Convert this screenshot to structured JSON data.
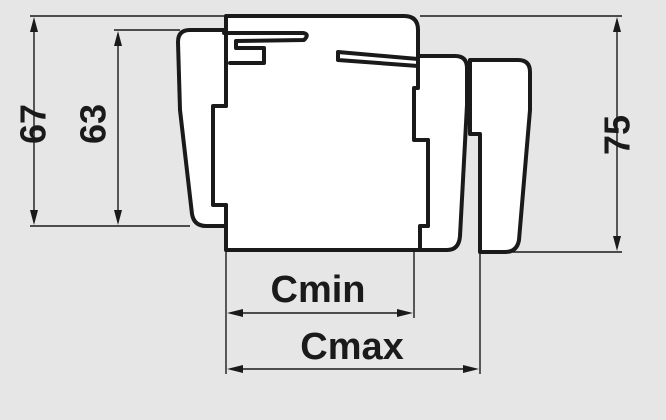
{
  "diagram": {
    "dimensions": {
      "height_left_outer": "67",
      "height_left_inner": "63",
      "height_right": "75",
      "width_min": "Cmin",
      "width_max": "Cmax"
    }
  }
}
